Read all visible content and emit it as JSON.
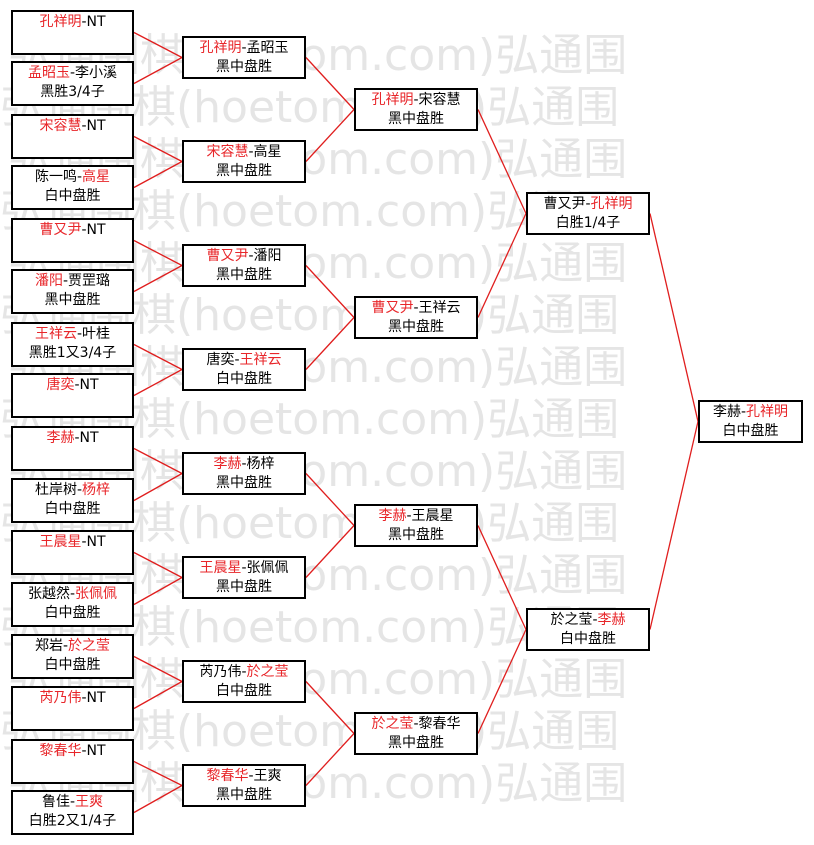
{
  "watermark": {
    "text": "弘通围棋(hoetom.com)弘通围"
  },
  "round1": [
    {
      "a": "孔祥明",
      "sep": "-",
      "b": "NT",
      "winner": "a",
      "result": ""
    },
    {
      "a": "孟昭玉",
      "sep": "-",
      "b": "李小溪",
      "winner": "a",
      "result": "黑胜3/4子"
    },
    {
      "a": "宋容慧",
      "sep": "-",
      "b": "NT",
      "winner": "a",
      "result": ""
    },
    {
      "a": "陈一鸣",
      "sep": "-",
      "b": "高星",
      "winner": "b",
      "result": "白中盘胜"
    },
    {
      "a": "曹又尹",
      "sep": "-",
      "b": "NT",
      "winner": "a",
      "result": ""
    },
    {
      "a": "潘阳",
      "sep": "-",
      "b": "贾罡璐",
      "winner": "a",
      "result": "黑中盘胜"
    },
    {
      "a": "王祥云",
      "sep": "-",
      "b": "叶桂",
      "winner": "a",
      "result": "黑胜1又3/4子"
    },
    {
      "a": "唐奕",
      "sep": "-",
      "b": "NT",
      "winner": "a",
      "result": ""
    },
    {
      "a": "李赫",
      "sep": "-",
      "b": "NT",
      "winner": "a",
      "result": ""
    },
    {
      "a": "杜岸树",
      "sep": "-",
      "b": "杨梓",
      "winner": "b",
      "result": "白中盘胜"
    },
    {
      "a": "王晨星",
      "sep": "-",
      "b": "NT",
      "winner": "a",
      "result": ""
    },
    {
      "a": "张越然",
      "sep": "-",
      "b": "张佩佩",
      "winner": "b",
      "result": "白中盘胜"
    },
    {
      "a": "郑岩",
      "sep": "-",
      "b": "於之莹",
      "winner": "b",
      "result": "白中盘胜"
    },
    {
      "a": "芮乃伟",
      "sep": "-",
      "b": "NT",
      "winner": "a",
      "result": ""
    },
    {
      "a": "黎春华",
      "sep": "-",
      "b": "NT",
      "winner": "a",
      "result": ""
    },
    {
      "a": "鲁佳",
      "sep": "-",
      "b": "王爽",
      "winner": "b",
      "result": "白胜2又1/4子"
    }
  ],
  "round2": [
    {
      "a": "孔祥明",
      "sep": "-",
      "b": "孟昭玉",
      "winner": "a",
      "result": "黑中盘胜"
    },
    {
      "a": "宋容慧",
      "sep": "-",
      "b": "高星",
      "winner": "a",
      "result": "黑中盘胜"
    },
    {
      "a": "曹又尹",
      "sep": "-",
      "b": "潘阳",
      "winner": "a",
      "result": "黑中盘胜"
    },
    {
      "a": "唐奕",
      "sep": "-",
      "b": "王祥云",
      "winner": "b",
      "result": "白中盘胜"
    },
    {
      "a": "李赫",
      "sep": "-",
      "b": "杨梓",
      "winner": "a",
      "result": "黑中盘胜"
    },
    {
      "a": "王晨星",
      "sep": "-",
      "b": "张佩佩",
      "winner": "a",
      "result": "黑中盘胜"
    },
    {
      "a": "芮乃伟",
      "sep": "-",
      "b": "於之莹",
      "winner": "b",
      "result": "白中盘胜"
    },
    {
      "a": "黎春华",
      "sep": "-",
      "b": "王爽",
      "winner": "a",
      "result": "黑中盘胜"
    }
  ],
  "round3": [
    {
      "a": "孔祥明",
      "sep": "-",
      "b": "宋容慧",
      "winner": "a",
      "result": "黑中盘胜"
    },
    {
      "a": "曹又尹",
      "sep": "-",
      "b": "王祥云",
      "winner": "a",
      "result": "黑中盘胜"
    },
    {
      "a": "李赫",
      "sep": "-",
      "b": "王晨星",
      "winner": "a",
      "result": "黑中盘胜"
    },
    {
      "a": "於之莹",
      "sep": "-",
      "b": "黎春华",
      "winner": "a",
      "result": "黑中盘胜"
    }
  ],
  "round4": [
    {
      "a": "曹又尹",
      "sep": "-",
      "b": "孔祥明",
      "winner": "b",
      "result": "白胜1/4子"
    },
    {
      "a": "於之莹",
      "sep": "-",
      "b": "李赫",
      "winner": "b",
      "result": "白中盘胜"
    }
  ],
  "final": [
    {
      "a": "李赫",
      "sep": "-",
      "b": "孔祥明",
      "winner": "b",
      "result": "白中盘胜"
    }
  ]
}
